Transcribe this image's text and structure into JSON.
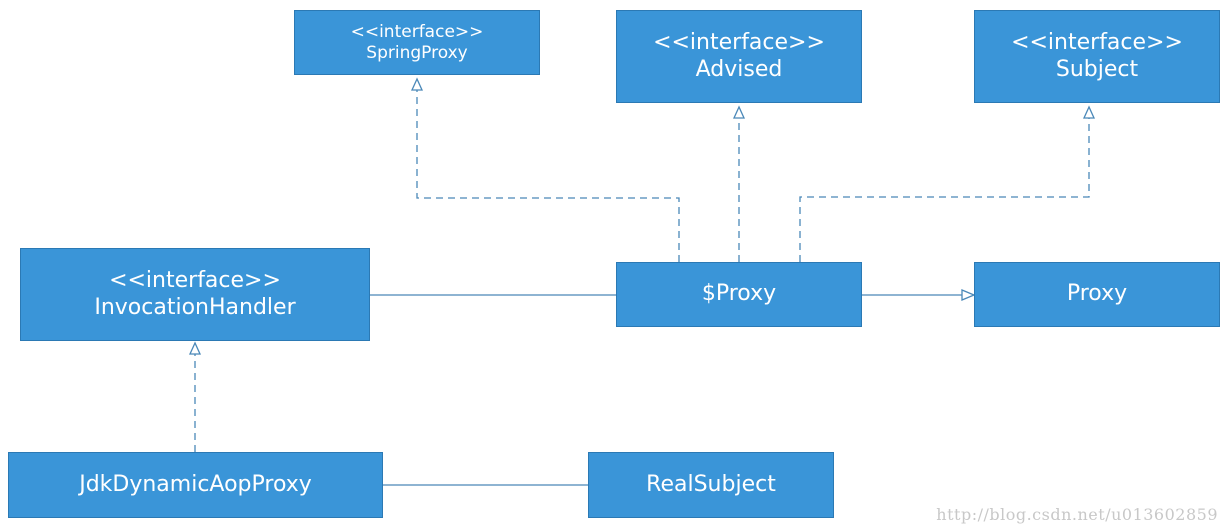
{
  "nodes": {
    "spring_proxy": {
      "stereotype": "<<interface>>",
      "name": "SpringProxy"
    },
    "advised": {
      "stereotype": "<<interface>>",
      "name": "Advised"
    },
    "subject": {
      "stereotype": "<<interface>>",
      "name": "Subject"
    },
    "invocation_handler": {
      "stereotype": "<<interface>>",
      "name": "InvocationHandler"
    },
    "dollar_proxy": {
      "name": "$Proxy"
    },
    "proxy": {
      "name": "Proxy"
    },
    "jdk_dynamic_aop_proxy": {
      "name": "JdkDynamicAopProxy"
    },
    "real_subject": {
      "name": "RealSubject"
    }
  },
  "relations": [
    {
      "from": "$Proxy",
      "to": "SpringProxy",
      "kind": "realization"
    },
    {
      "from": "$Proxy",
      "to": "Advised",
      "kind": "realization"
    },
    {
      "from": "$Proxy",
      "to": "Subject",
      "kind": "realization"
    },
    {
      "from": "$Proxy",
      "to": "Proxy",
      "kind": "generalization"
    },
    {
      "from": "$Proxy",
      "to": "InvocationHandler",
      "kind": "association"
    },
    {
      "from": "JdkDynamicAopProxy",
      "to": "InvocationHandler",
      "kind": "realization"
    },
    {
      "from": "JdkDynamicAopProxy",
      "to": "RealSubject",
      "kind": "association"
    }
  ],
  "colors": {
    "node_fill": "#3a95d8",
    "node_border": "#2b79b4",
    "connector": "#4a88b8",
    "text": "#ffffff"
  },
  "watermark": "http://blog.csdn.net/u013602859"
}
